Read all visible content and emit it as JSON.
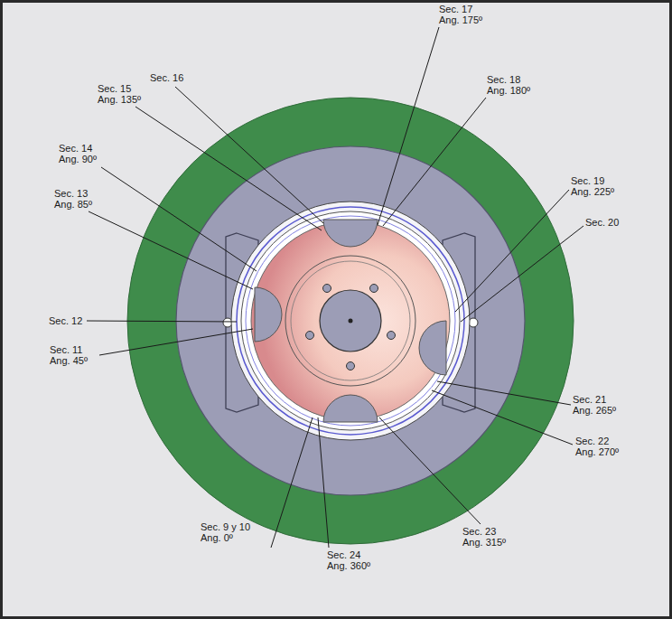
{
  "diagram": {
    "labels": [
      "Sec. 17 Ang. 175º",
      "Sec. 18 Ang. 180º",
      "Sec. 16",
      "Sec. 15 Ang. 135º",
      "Sec. 14 Ang. 90º",
      "Sec. 19 Ang. 225º",
      "Sec. 13 Ang. 85º",
      "Sec. 20",
      "Sec. 12",
      "Sec. 11 Ang. 45º",
      "Sec. 21 Ang. 265º",
      "Sec. 22 Ang. 270º",
      "Sec. 9 y 10 Ang. 0º",
      "Sec. 24 Ang. 360º",
      "Sec. 23 Ang. 315º"
    ]
  }
}
